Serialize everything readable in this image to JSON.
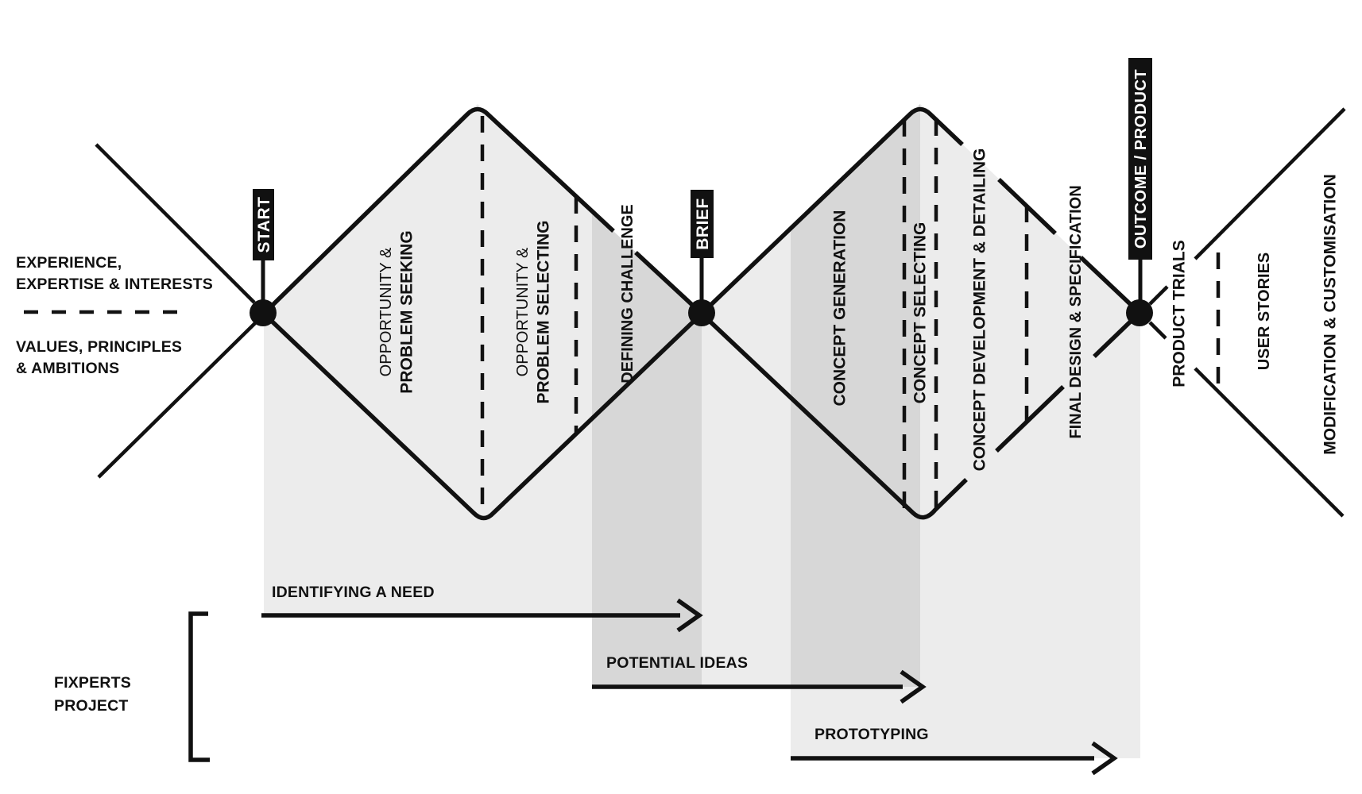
{
  "colors": {
    "background": "#ffffff",
    "shade_light": "#ececec",
    "shade_dark": "#d7d7d7",
    "ink": "#111111"
  },
  "left_context": {
    "experience_line1": "EXPERIENCE,",
    "experience_line2": "EXPERTISE & INTERESTS",
    "values_line1": "VALUES, PRINCIPLES",
    "values_line2": "& AMBITIONS"
  },
  "nodes": {
    "start": "START",
    "brief": "BRIEF",
    "outcome": "OUTCOME / PRODUCT"
  },
  "diamond1": {
    "seeking_prefix": "OPPORTUNITY &",
    "seeking": "PROBLEM SEEKING",
    "selecting_prefix": "OPPORTUNITY &",
    "selecting": "PROBLEM SELECTING",
    "defining_challenge": "DEFINING CHALLENGE"
  },
  "diamond2": {
    "concept_generation": "CONCEPT GENERATION",
    "concept_selecting": "CONCEPT SELECTING",
    "concept_development": "CONCEPT DEVELOPMENT & DETAILING",
    "final_design": "FINAL DESIGN & SPECIFICATION"
  },
  "right_context": {
    "product_trials": "PRODUCT TRIALS",
    "user_stories": "USER STORIES",
    "modification": "MODIFICATION & CUSTOMISATION"
  },
  "phases": {
    "identifying": "IDENTIFYING A NEED",
    "potential": "POTENTIAL IDEAS",
    "prototyping": "PROTOTYPING"
  },
  "project": {
    "line1": "FIXPERTS",
    "line2": "PROJECT"
  }
}
